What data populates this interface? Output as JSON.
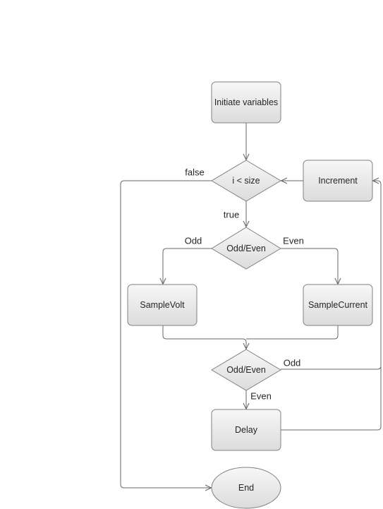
{
  "diagram": {
    "nodes": {
      "init": "Initiate variables",
      "loop_check": "i < size",
      "increment": "Increment",
      "parity_check_1": "Odd/Even",
      "sample_volt": "SampleVolt",
      "sample_current": "SampleCurrent",
      "parity_check_2": "Odd/Even",
      "delay": "Delay",
      "end": "End"
    },
    "edge_labels": {
      "loop_false": "false",
      "loop_true": "true",
      "parity1_odd": "Odd",
      "parity1_even": "Even",
      "parity2_odd": "Odd",
      "parity2_even": "Even"
    },
    "colors": {
      "node_fill_top": "#f7f7f7",
      "node_fill_bottom": "#dcdcdc",
      "node_stroke": "#808080",
      "edge_stroke": "#6a6a6a",
      "text": "#262626"
    }
  }
}
